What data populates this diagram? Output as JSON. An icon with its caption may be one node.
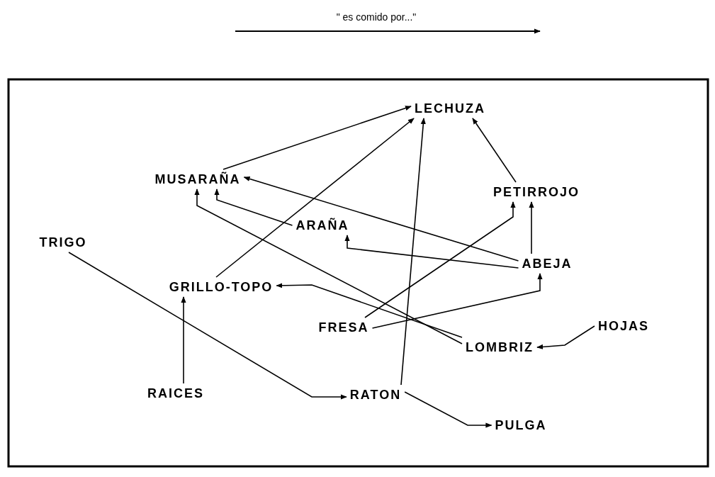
{
  "diagram": {
    "nodes": [
      {
        "text": [
          "LECHUZA"
        ]
      },
      {
        "text": [
          "MUSARAÑA"
        ]
      },
      {
        "text": [
          "PETIRROJO"
        ]
      },
      {
        "text": [
          "ARAÑA"
        ]
      },
      {
        "text": [
          "TRIGO"
        ]
      },
      {
        "text": [
          "ABEJA"
        ]
      },
      {
        "text": [
          "GRILLO-TOPO"
        ]
      },
      {
        "text": [
          "FRESA"
        ]
      },
      {
        "text": [
          "HOJAS"
        ]
      },
      {
        "text": [
          "LOMBRIZ"
        ]
      },
      {
        "text": [
          "RAICES"
        ]
      },
      {
        "text": [
          "RATON"
        ]
      },
      {
        "text": [
          "PULGA"
        ]
      }
    ],
    "edges": [
      {
        "from": 1,
        "to": 0,
        "arrow": "to"
      },
      {
        "from": 6,
        "to": 0,
        "arrow": "to"
      },
      {
        "from": 11,
        "to": 0,
        "arrow": "to"
      },
      {
        "from": 2,
        "to": 0,
        "arrow": "to"
      },
      {
        "from": 5,
        "to": 1,
        "arrow": "to"
      },
      {
        "from": 3,
        "to": 1,
        "arrow": "to"
      },
      {
        "from": 9,
        "to": 1,
        "arrow": "to"
      },
      {
        "from": 5,
        "to": 3,
        "arrow": "to"
      },
      {
        "from": 5,
        "to": 2,
        "arrow": "to"
      },
      {
        "from": 7,
        "to": 2,
        "arrow": "to"
      },
      {
        "from": 7,
        "to": 5,
        "arrow": "to"
      },
      {
        "from": 9,
        "to": 6,
        "arrow": "to"
      },
      {
        "from": 8,
        "to": 9,
        "arrow": "to"
      },
      {
        "from": 10,
        "to": 6,
        "arrow": "to"
      },
      {
        "from": 4,
        "to": 11,
        "arrow": "to"
      },
      {
        "from": 11,
        "to": 12,
        "arrow": "to"
      }
    ],
    "legend": [
      {
        "text": "\" es comido por...\""
      }
    ]
  }
}
